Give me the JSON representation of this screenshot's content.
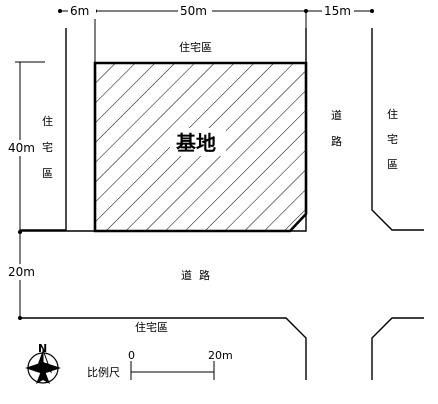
{
  "dimensions": {
    "left_setback": "6m",
    "site_width": "50m",
    "right_road_width": "15m",
    "site_depth": "40m",
    "front_road_width": "20m"
  },
  "site": {
    "label": "基地"
  },
  "zones": {
    "north": "住宅區",
    "west_chars": [
      "住",
      "宅",
      "區"
    ],
    "east_chars": [
      "住",
      "宅",
      "區"
    ],
    "south": "住宅區"
  },
  "roads": {
    "east_chars": [
      "道",
      "路"
    ],
    "south_chars": [
      "道",
      "路"
    ]
  },
  "north_arrow": {
    "label": "N"
  },
  "scale": {
    "caption": "比例尺",
    "start": "0",
    "end": "20m"
  }
}
